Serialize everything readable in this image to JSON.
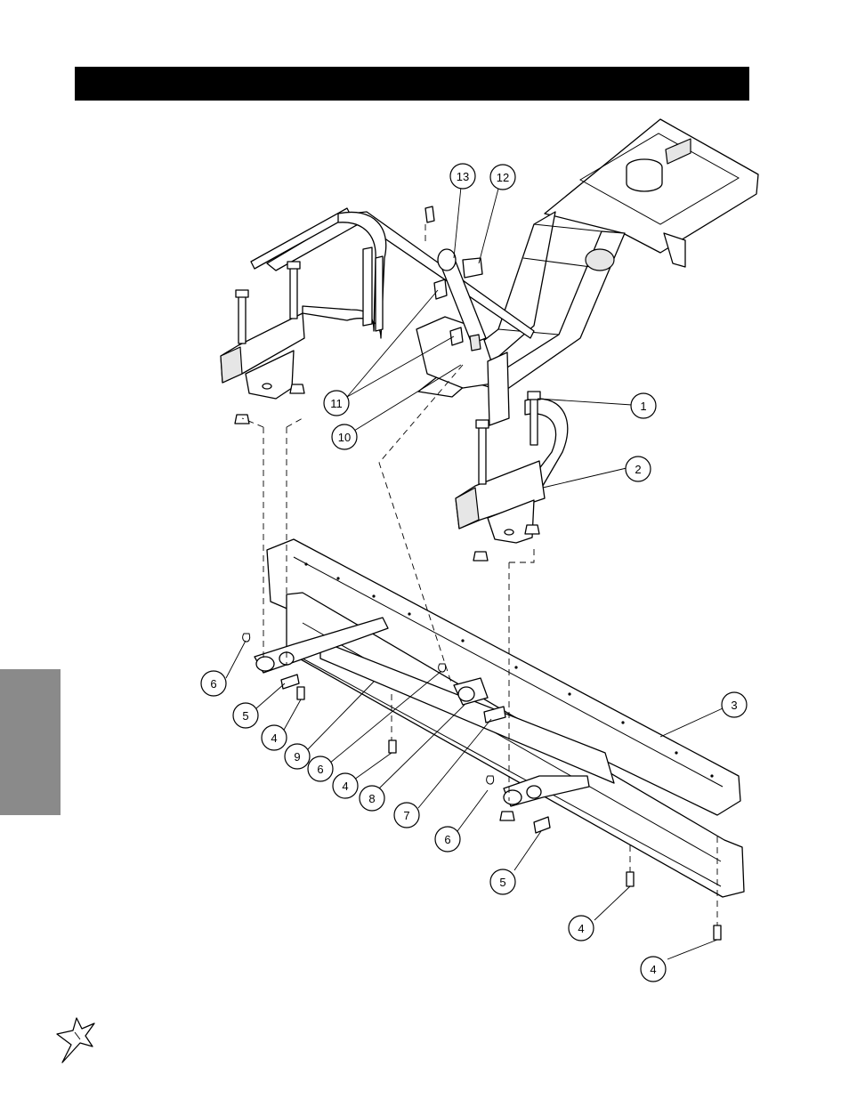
{
  "page": {
    "header_text": "",
    "side_tab_text": "",
    "logo_icon": "starburst-logo-icon"
  },
  "callouts": [
    {
      "id": "c13",
      "label": "13"
    },
    {
      "id": "c12",
      "label": "12"
    },
    {
      "id": "c1",
      "label": "1"
    },
    {
      "id": "c11",
      "label": "11"
    },
    {
      "id": "c10",
      "label": "10"
    },
    {
      "id": "c2",
      "label": "2"
    },
    {
      "id": "c3",
      "label": "3"
    },
    {
      "id": "c6a",
      "label": "6"
    },
    {
      "id": "c5a",
      "label": "5"
    },
    {
      "id": "c4a",
      "label": "4"
    },
    {
      "id": "c9",
      "label": "9"
    },
    {
      "id": "c6b",
      "label": "6"
    },
    {
      "id": "c4b",
      "label": "4"
    },
    {
      "id": "c8",
      "label": "8"
    },
    {
      "id": "c7",
      "label": "7"
    },
    {
      "id": "c6c",
      "label": "6"
    },
    {
      "id": "c5b",
      "label": "5"
    },
    {
      "id": "c4c",
      "label": "4"
    },
    {
      "id": "c4d",
      "label": "4"
    }
  ]
}
